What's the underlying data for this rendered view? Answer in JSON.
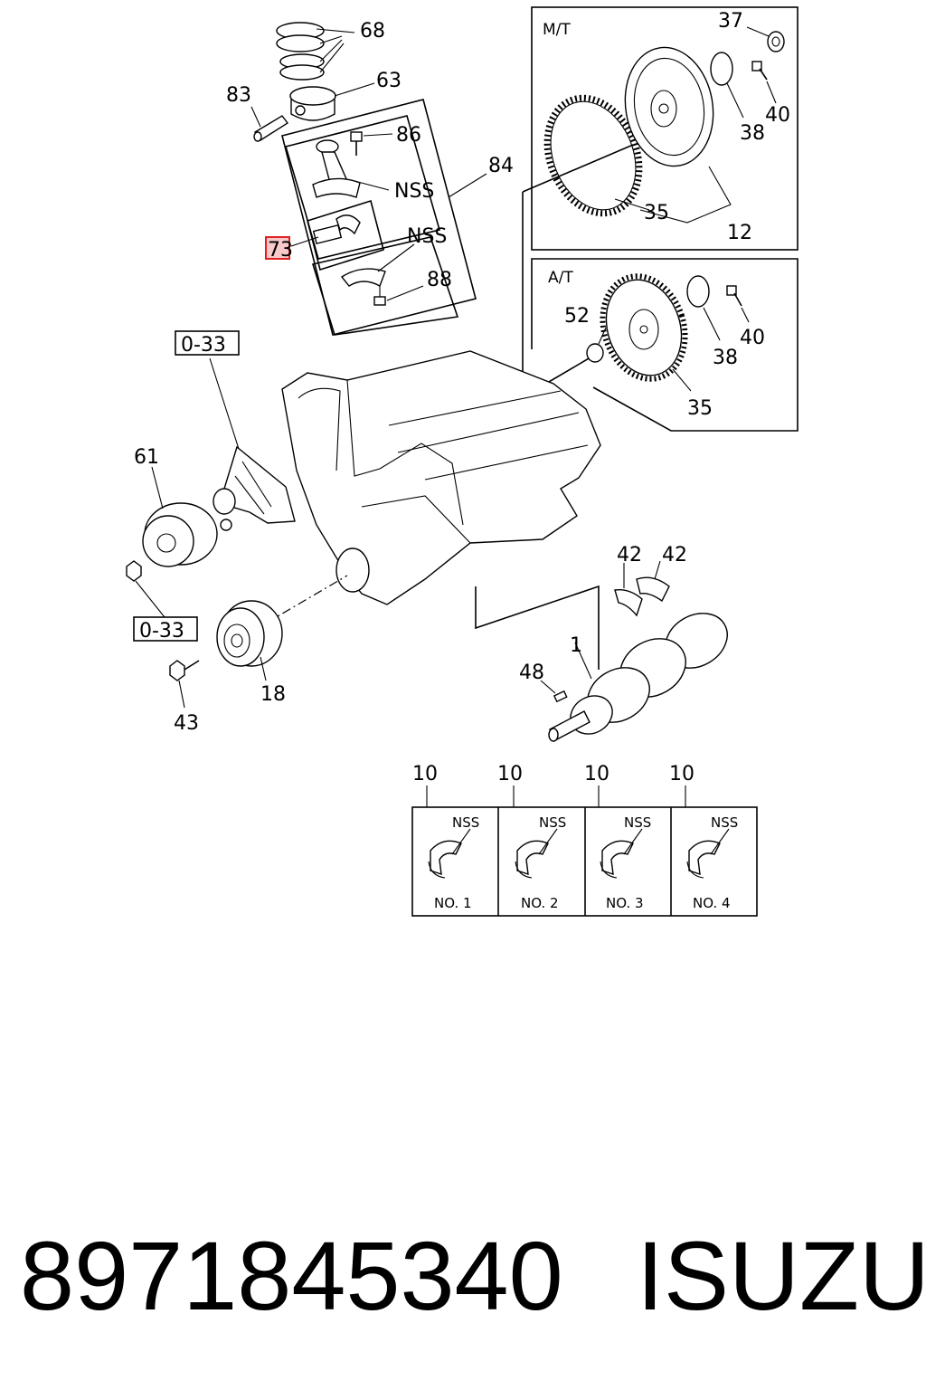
{
  "panels": {
    "manual": "M/T",
    "automatic": "A/T",
    "interval": "0-33"
  },
  "callouts": {
    "rings": "68",
    "piston": "63",
    "pin": "83",
    "rod_bolt": "86",
    "rod_nss": "NSS",
    "rod_assembly": "84",
    "highlighted_bearing": "73",
    "cap_nss": "NSS",
    "rod_nut": "88",
    "mt_pilot_bearing": "37",
    "mt_flywheel_bolt": "40",
    "mt_plate": "38",
    "mt_ring_gear": "35",
    "mt_flywheel": "12",
    "at_pilot": "52",
    "at_bolt": "40",
    "at_plate": "38",
    "at_ring_gear": "35",
    "pulley": "61",
    "thrust_left": "42",
    "thrust_right": "42",
    "crankshaft": "1",
    "key": "48",
    "damper": "18",
    "damper_bolt": "43"
  },
  "bearing_set": [
    {
      "callout": "10",
      "nss": "NSS",
      "label": "NO. 1"
    },
    {
      "callout": "10",
      "nss": "NSS",
      "label": "NO. 2"
    },
    {
      "callout": "10",
      "nss": "NSS",
      "label": "NO. 3"
    },
    {
      "callout": "10",
      "nss": "NSS",
      "label": "NO. 4"
    }
  ],
  "footer": {
    "part_number": "8971845340",
    "brand": "ISUZU"
  },
  "colors": {
    "line": "#000000",
    "highlight": "#e02020",
    "highlight_fill": "#f7c9c9"
  }
}
